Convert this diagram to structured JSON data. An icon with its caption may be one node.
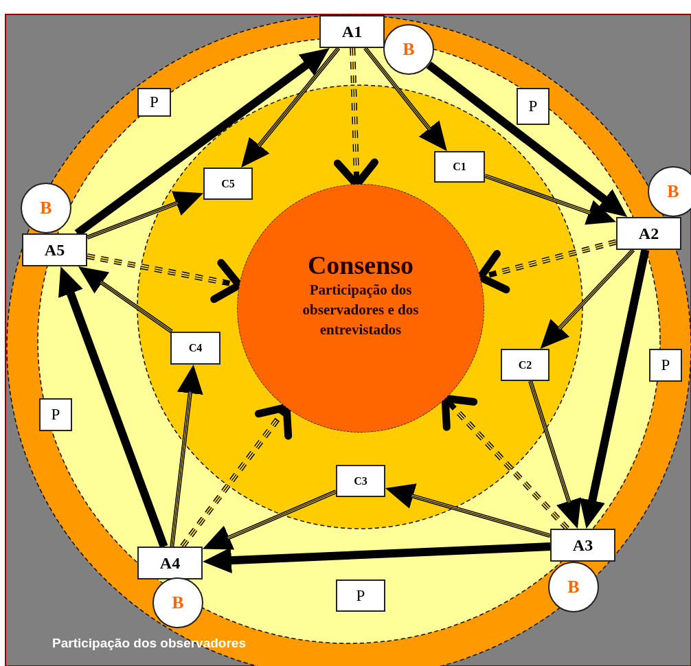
{
  "diagram": {
    "nodes": [
      {
        "text": [
          "Consenso",
          "Participação dos observadores e dos entrevistados"
        ]
      },
      {
        "text": [
          "A1"
        ]
      },
      {
        "text": [
          "B"
        ]
      },
      {
        "text": [
          "P"
        ]
      },
      {
        "text": [
          "P"
        ]
      },
      {
        "text": [
          "C1"
        ]
      },
      {
        "text": [
          "C5"
        ]
      },
      {
        "text": [
          "B"
        ]
      },
      {
        "text": [
          "B"
        ]
      },
      {
        "text": [
          "A2"
        ]
      },
      {
        "text": [
          "A5"
        ]
      },
      {
        "text": [
          "C4"
        ]
      },
      {
        "text": [
          "C2"
        ]
      },
      {
        "text": [
          "P"
        ]
      },
      {
        "text": [
          "P"
        ]
      },
      {
        "text": [
          "C3"
        ]
      },
      {
        "text": [
          "A3"
        ]
      },
      {
        "text": [
          "A4"
        ]
      },
      {
        "text": [
          "B"
        ]
      },
      {
        "text": [
          "P"
        ]
      },
      {
        "text": [
          "B"
        ]
      }
    ],
    "edges": [
      {
        "from": 2,
        "to": 9,
        "arrow": "to",
        "style": "thick"
      },
      {
        "from": 9,
        "to": 16,
        "arrow": "to",
        "style": "thick"
      },
      {
        "from": 16,
        "to": 17,
        "arrow": "to",
        "style": "thick"
      },
      {
        "from": 17,
        "to": 10,
        "arrow": "to",
        "style": "thick"
      },
      {
        "from": 10,
        "to": 1,
        "arrow": "to",
        "style": "thick"
      },
      {
        "from": 1,
        "to": 5,
        "arrow": "to"
      },
      {
        "from": 5,
        "to": 9,
        "arrow": "to"
      },
      {
        "from": 9,
        "to": 12,
        "arrow": "to"
      },
      {
        "from": 12,
        "to": 16,
        "arrow": "to"
      },
      {
        "from": 16,
        "to": 15,
        "arrow": "to"
      },
      {
        "from": 15,
        "to": 17,
        "arrow": "to"
      },
      {
        "from": 17,
        "to": 11,
        "arrow": "to"
      },
      {
        "from": 11,
        "to": 10,
        "arrow": "to"
      },
      {
        "from": 10,
        "to": 6,
        "arrow": "to"
      },
      {
        "from": 1,
        "to": 6,
        "arrow": "to"
      },
      {
        "from": 1,
        "to": 0,
        "arrow": "to",
        "style": "dashed"
      },
      {
        "from": 9,
        "to": 0,
        "arrow": "to",
        "style": "dashed"
      },
      {
        "from": 16,
        "to": 0,
        "arrow": "to",
        "style": "dashed"
      },
      {
        "from": 17,
        "to": 0,
        "arrow": "to",
        "style": "dashed"
      },
      {
        "from": 10,
        "to": 0,
        "arrow": "to",
        "style": "dashed"
      }
    ],
    "labels": [
      "Participação dos observadores"
    ]
  }
}
